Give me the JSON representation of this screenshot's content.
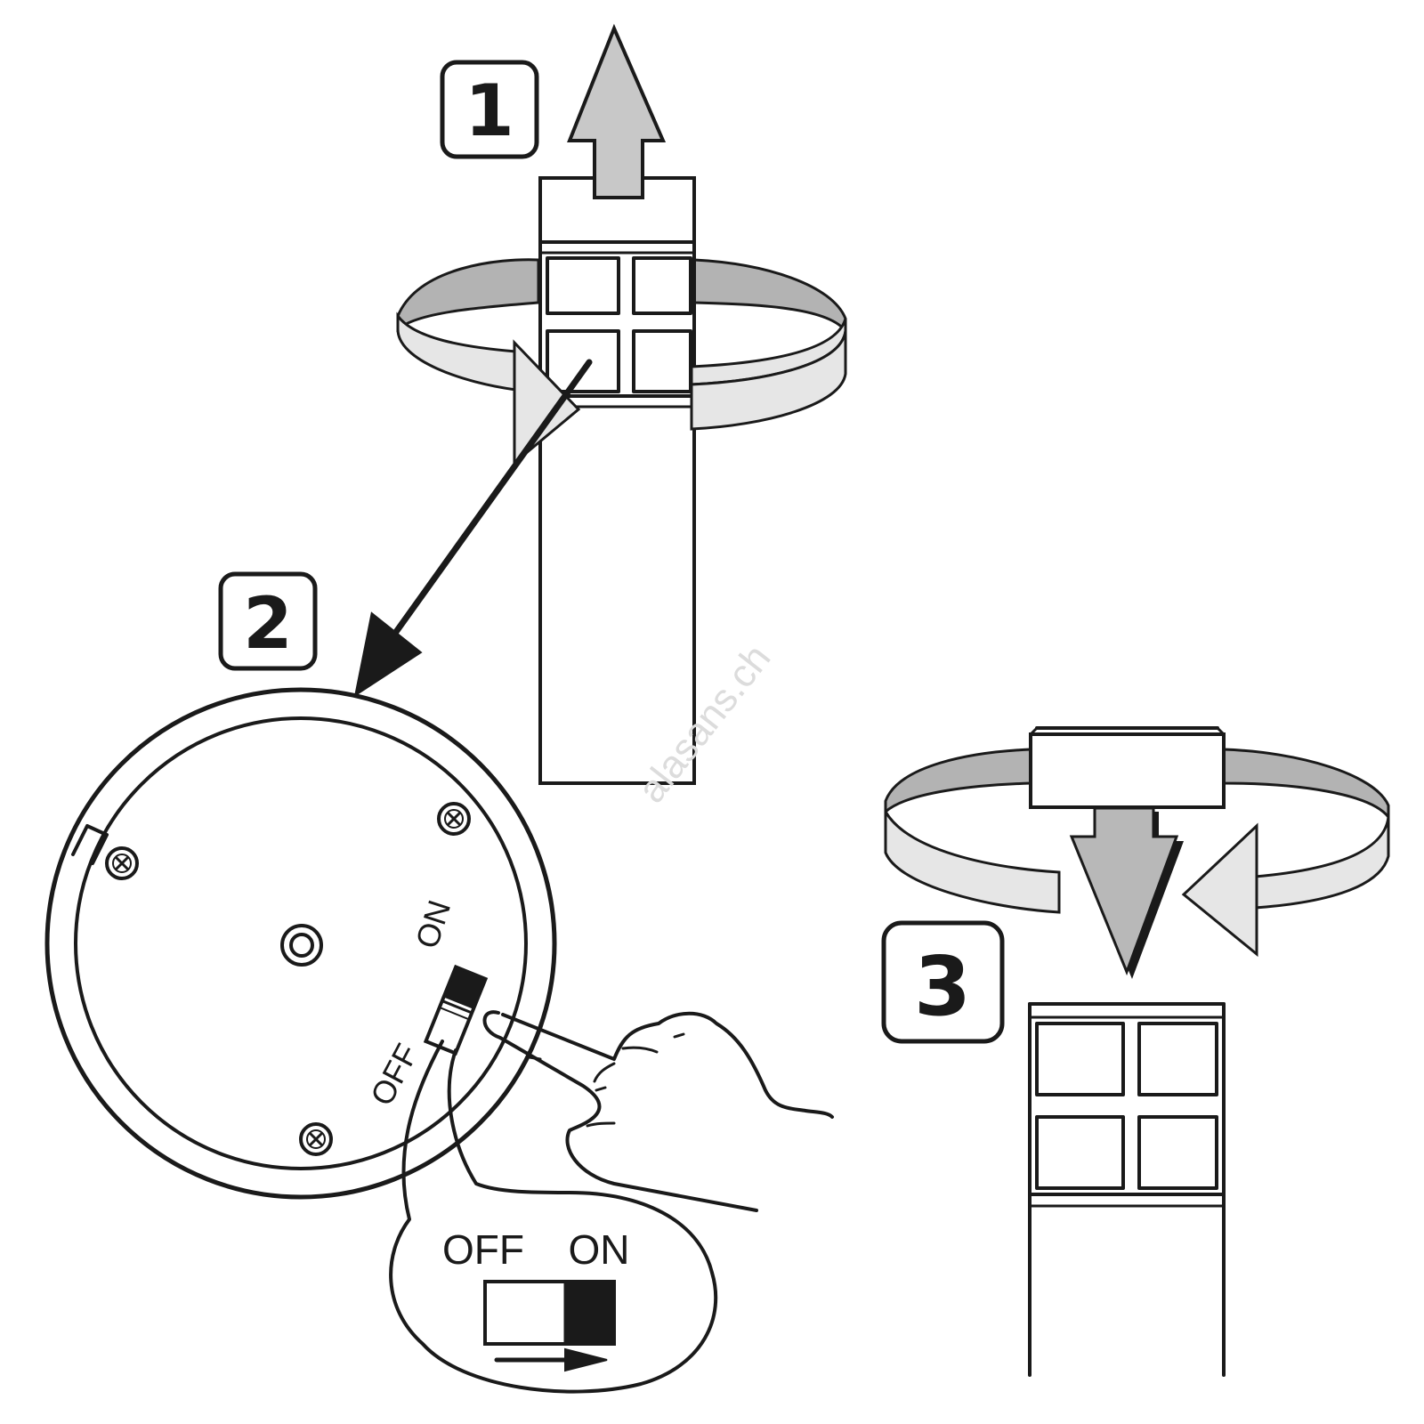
{
  "steps": {
    "one": "1",
    "two": "2",
    "three": "3"
  },
  "switch": {
    "on_label": "ON",
    "off_label": "OFF"
  },
  "zoom": {
    "off_label": "OFF",
    "on_label": "ON"
  },
  "watermark": "alasans.ch",
  "colors": {
    "ink": "#1a1a1a",
    "band_dark": "#b3b3b3",
    "band_light": "#e6e6e6",
    "arrow_gray": "#c8c8c8"
  }
}
